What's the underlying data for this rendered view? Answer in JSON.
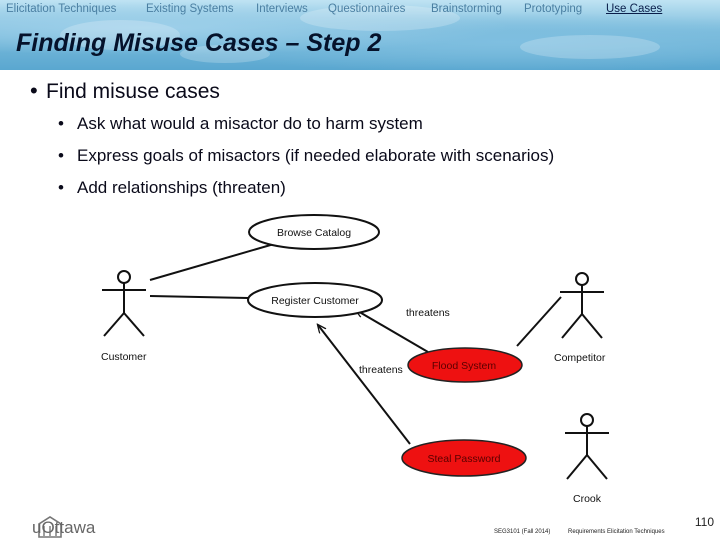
{
  "nav": [
    {
      "label": "Elicitation Techniques",
      "active": false
    },
    {
      "label": "Existing Systems",
      "active": false
    },
    {
      "label": "Interviews",
      "active": false
    },
    {
      "label": "Questionnaires",
      "active": false
    },
    {
      "label": "Brainstorming",
      "active": false
    },
    {
      "label": "Prototyping",
      "active": false
    },
    {
      "label": "Use Cases",
      "active": true
    }
  ],
  "title": "Finding Misuse Cases – Step 2",
  "bullet_main": "Find misuse cases",
  "sub_bullets": [
    "Ask what would a misactor do to harm system",
    "Express goals of misactors (if needed elaborate with scenarios)",
    "Add relationships (threaten)"
  ],
  "diagram": {
    "actors": {
      "customer": "Customer",
      "competitor": "Competitor",
      "crook": "Crook"
    },
    "use_cases": {
      "browse_catalog": "Browse Catalog",
      "register_customer": "Register Customer"
    },
    "misuse_cases": {
      "flood_system": "Flood System",
      "steal_password": "Steal Password"
    },
    "relation_labels": {
      "threatens_upper": "threatens",
      "threatens_lower": "threatens"
    },
    "colors": {
      "misuse_fill": "#ee1111",
      "misuse_text": "#5a0000",
      "normal_fill": "#ffffff"
    }
  },
  "footer": {
    "logo_text": "uOttawa",
    "course": "SEG3101 (Fall 2014)",
    "topic": "Requirements Elicitation Techniques",
    "slide_number": "110"
  }
}
